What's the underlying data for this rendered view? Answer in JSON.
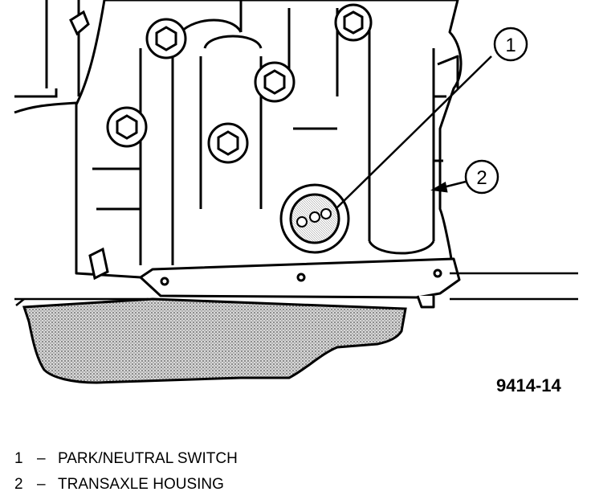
{
  "figure": {
    "id_label": "9414-14"
  },
  "callouts": [
    {
      "number": "1",
      "label": "PARK/NEUTRAL SWITCH"
    },
    {
      "number": "2",
      "label": "TRANSAXLE HOUSING"
    }
  ],
  "legend_separator": "–"
}
